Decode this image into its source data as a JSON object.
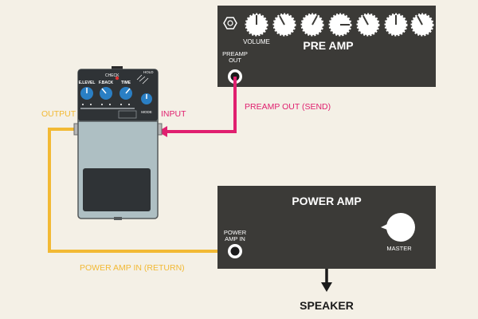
{
  "colors": {
    "background": "#f4f0e6",
    "unit_body": "#3b3a37",
    "unit_text": "#ffffff",
    "send_cable": "#e0206f",
    "return_cable": "#f2b934",
    "pedal_blue": "#2a7fc4",
    "pedal_body": "#aebfc3"
  },
  "preamp": {
    "title": "PRE AMP",
    "volume_label": "VOLUME",
    "out_label_line1": "PREAMP",
    "out_label_line2": "OUT"
  },
  "power_amp": {
    "title": "POWER AMP",
    "in_label_line1": "POWER",
    "in_label_line2": "AMP IN",
    "master_label": "MASTER"
  },
  "pedal": {
    "knob_labels": [
      "E.LEVEL",
      "F.BACK",
      "TIME"
    ],
    "check_label": "CHECK",
    "mode_label": "MODE",
    "hold_label": "HOLD"
  },
  "connections": {
    "send_label": "PREAMP OUT (SEND)",
    "return_label": "POWER AMP IN (RETURN)",
    "output_label": "OUTPUT",
    "input_label": "INPUT"
  },
  "speaker_label": "SPEAKER"
}
